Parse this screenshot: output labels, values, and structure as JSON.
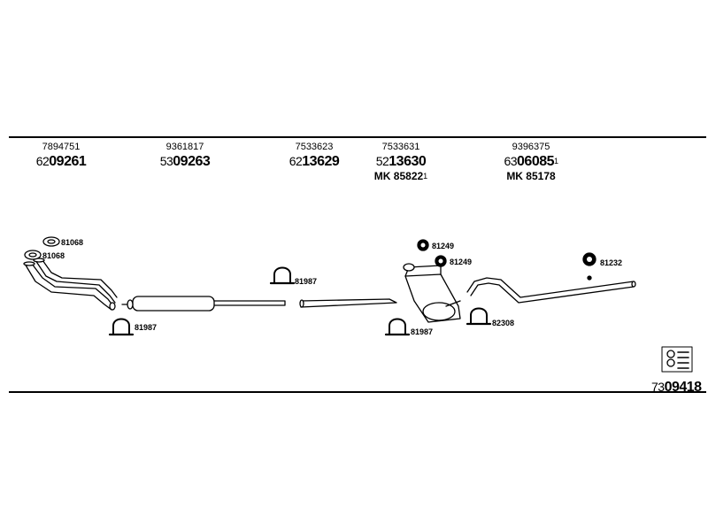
{
  "columns": [
    {
      "ref": "7894751",
      "prefix": "62",
      "number": "09261",
      "sup": "",
      "mk": "",
      "mk_sup": ""
    },
    {
      "ref": "9361817",
      "prefix": "53",
      "number": "09263",
      "sup": "",
      "mk": "",
      "mk_sup": ""
    },
    {
      "ref": "7533623",
      "prefix": "62",
      "number": "13629",
      "sup": "",
      "mk": "",
      "mk_sup": ""
    },
    {
      "ref": "7533631",
      "prefix": "52",
      "number": "13630",
      "sup": "",
      "mk": "MK 85822",
      "mk_sup": "1"
    },
    {
      "ref": "9396375",
      "prefix": "63",
      "number": "06085",
      "sup": "1",
      "mk": "MK 85178",
      "mk_sup": ""
    }
  ],
  "labels": {
    "gasket_a": "81068",
    "gasket_b": "81068",
    "clamp_front": "81987",
    "clamp_mid": "81987",
    "clamp_rear": "81987",
    "ring_a": "81249",
    "ring_b": "81249",
    "clamp_82308": "82308",
    "ring_81232": "81232"
  },
  "kit": {
    "prefix": "73",
    "number": "09418"
  },
  "colors": {
    "ink": "#000000",
    "background": "#ffffff",
    "part_fill": "#ffffff"
  },
  "icons": {
    "kit_icon": "tools-box-icon"
  }
}
